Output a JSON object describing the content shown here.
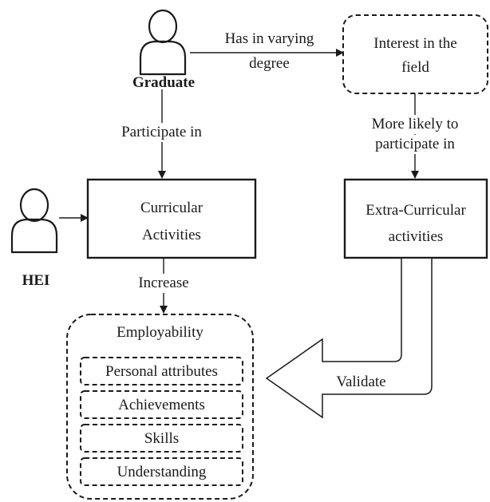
{
  "actors": {
    "graduate": "Graduate",
    "hei": "HEI"
  },
  "nodes": {
    "interest": {
      "line1": "Interest in the",
      "line2": "field"
    },
    "curricular": {
      "line1": "Curricular",
      "line2": "Activities"
    },
    "extra": {
      "line1": "Extra-Curricular",
      "line2": "activities"
    },
    "employability": {
      "title": "Employability",
      "items": [
        "Personal attributes",
        "Achievements",
        "Skills",
        "Understanding"
      ]
    }
  },
  "edges": {
    "has_varying": {
      "line1": "Has in varying",
      "line2": "degree"
    },
    "participate_in": "Participate in",
    "more_likely": {
      "line1": "More likely to",
      "line2": "participate in"
    },
    "increase": "Increase",
    "validate": "Validate"
  },
  "colors": {
    "stroke": "#1a1a1a",
    "background": "#ffffff"
  }
}
